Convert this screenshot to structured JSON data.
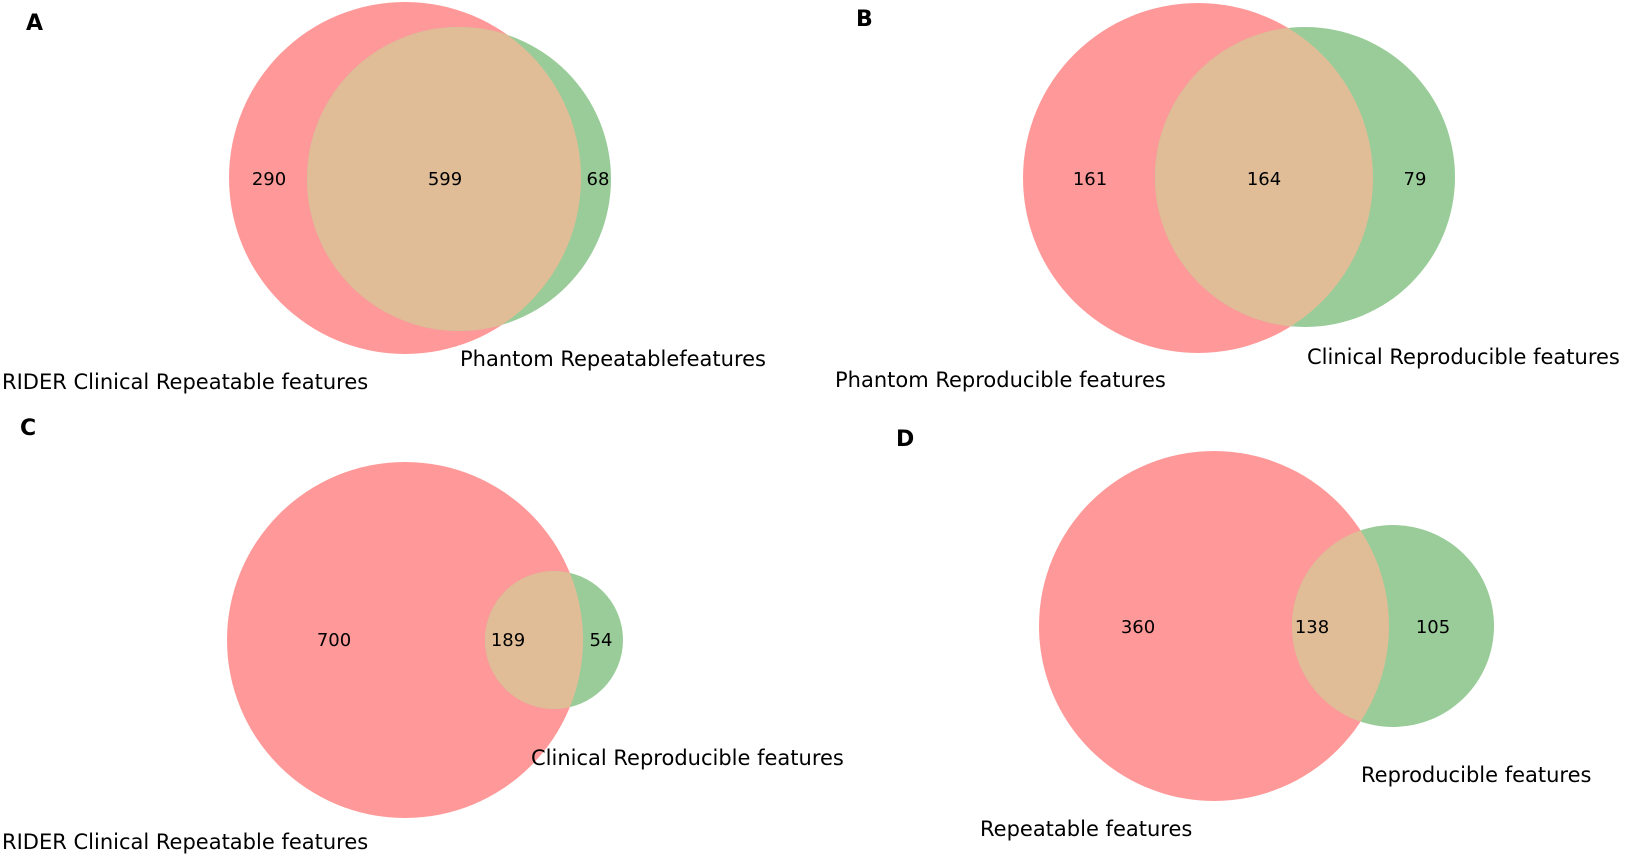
{
  "colors": {
    "left_set": "#ff9999",
    "right_set": "#99cc99",
    "overlap": "#e0bd97"
  },
  "panels": [
    {
      "letter": "A",
      "left_label": "RIDER Clinical Repeatable features",
      "right_label": "Phantom Repeatablefeatures",
      "left_only": "290",
      "overlap": "599",
      "right_only": "68"
    },
    {
      "letter": "B",
      "left_label": "Phantom Reproducible features",
      "right_label": "Clinical Reproducible features",
      "left_only": "161",
      "overlap": "164",
      "right_only": "79"
    },
    {
      "letter": "C",
      "left_label": "RIDER Clinical Repeatable features",
      "right_label": "Clinical Reproducible features",
      "left_only": "700",
      "overlap": "189",
      "right_only": "54"
    },
    {
      "letter": "D",
      "left_label": "Repeatable features",
      "right_label": "Reproducible features",
      "left_only": "360",
      "overlap": "138",
      "right_only": "105"
    }
  ]
}
